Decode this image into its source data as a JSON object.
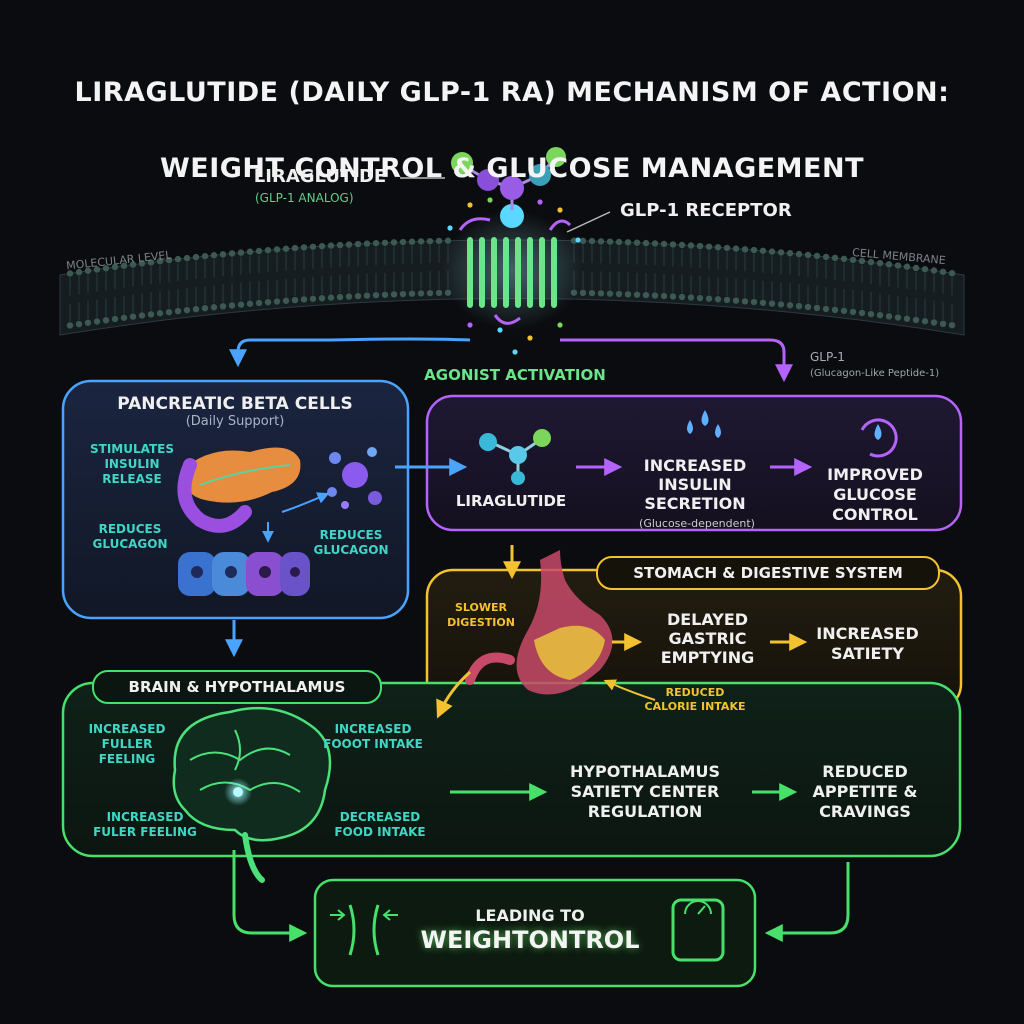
{
  "title": {
    "line1": "LIRAGLUTIDE (DAILY GLP-1 RA) MECHANISM OF ACTION:",
    "line2": "WEIGHT CONTROL & GLUCOSE MANAGEMENT"
  },
  "molecular": {
    "drug_name": "LIRAGLUTIDE",
    "drug_sub": "(GLP-1 ANALOG)",
    "receptor": "GLP-1 RECEPTOR",
    "left_label": "MOLECULAR LEVEL",
    "right_label": "CELL MEMBRANE",
    "activation": "AGONIST ACTIVATION",
    "glp1": "GLP-1",
    "glp1_full": "(Glucagon-Like Peptide-1)"
  },
  "pancreas": {
    "title": "PANCREATIC BETA CELLS",
    "subtitle": "(Daily Support)",
    "stimulates": "STIMULATES\nINSULIN\nRELEASE",
    "reduces_left": "REDUCES\nGLUCAGON",
    "reduces_right": "REDUCES\nGLUCAGON"
  },
  "insulin_flow": {
    "drug": "LIRAGLUTIDE",
    "secretion": "INCREASED\nINSULIN\nSECRETION",
    "secretion_note": "(Glucose-dependent)",
    "result": "IMPROVED\nGLUCOSE\nCONTROL"
  },
  "stomach": {
    "title": "STOMACH & DIGESTIVE SYSTEM",
    "slower": "SLOWER\nDIGESTION",
    "delayed": "DELAYED\nGASTRIC\nEMPTYING",
    "satiety": "INCREASED\nSATIETY",
    "calorie": "REDUCED\nCALORIE INTAKE"
  },
  "brain": {
    "title": "BRAIN & HYPOTHALAMUS",
    "fuller_top": "INCREASED\nFULLER\nFEELING",
    "food_top": "INCREASED\nFOOOT INTAKE",
    "fuller_bottom": "INCREASED\nFULER FEELING",
    "food_bottom": "DECREASED\nFOOD INTAKE",
    "regulation": "HYPOTHALAMUS\nSATIETY CENTER\nREGULATION",
    "appetite": "REDUCED\nAPPETITE &\nCRAVINGS"
  },
  "outcome": {
    "line1": "LEADING TO",
    "line2": "WEIGHTONTROL"
  },
  "colors": {
    "background": "#0b0c0f",
    "blue": "#4aa3ff",
    "purple": "#b463ff",
    "gold": "#f2c230",
    "green": "#46e06a",
    "teal": "#3fd6c4",
    "membrane": "#2c3a40"
  },
  "icons": [
    "molecule-icon",
    "water-drops-icon",
    "cycle-drop-icon",
    "pancreas-icon",
    "stomach-icon",
    "brain-icon",
    "waist-icon",
    "scale-icon"
  ]
}
